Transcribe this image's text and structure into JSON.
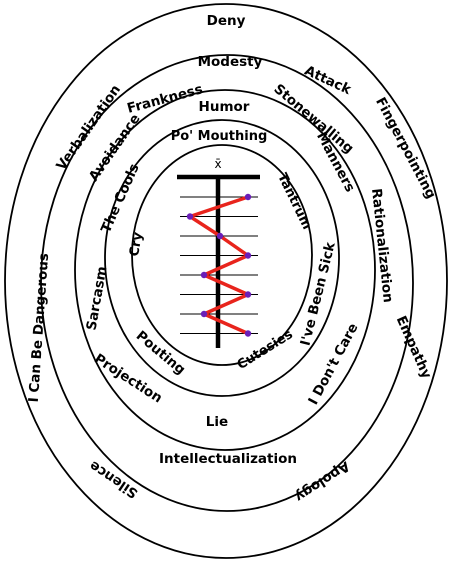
{
  "colors": {
    "ring": "#000000",
    "zigzag_line": "#e8241c",
    "point": "#6a1fb8",
    "background": "#ffffff"
  },
  "rings": [
    {
      "words": {
        "deny": "Deny",
        "verbalization": "Verbalization",
        "fingerpointing": "Fingerpointing",
        "i_can_be_dangerous": "I Can Be Dangerous",
        "empathy": "Empathy",
        "silence": "Silence",
        "apology": "Apology"
      }
    },
    {
      "words": {
        "modesty": "Modesty",
        "attack": "Attack",
        "rationalization": "Rationalization",
        "i_dont_care": "I Don't Care",
        "intellectualization": "Intellectualization",
        "projection": "Projection",
        "avoidance": "Avoidance",
        "frankness": "Frankness",
        "stonewalling": "Stonewalling"
      }
    },
    {
      "words": {
        "humor": "Humor",
        "manners": "Manners",
        "ive_been_sick": "I've Been Sick",
        "lie": "Lie",
        "sarcasm": "Sarcasm",
        "the_cools": "The Cools",
        "pouting": "Pouting"
      }
    },
    {
      "words": {
        "po_mouthing": "Po' Mouthing",
        "tantrum": "Tantrum",
        "cutesies": "Cutesies",
        "cry": "Cry"
      }
    }
  ],
  "control_chart": {
    "mean_symbol": "x̄",
    "levels": 8,
    "points": [
      {
        "side": "right",
        "level": 1
      },
      {
        "side": "left",
        "level": 2
      },
      {
        "side": "right",
        "level": 3
      },
      {
        "side": "right",
        "level": 4
      },
      {
        "side": "left",
        "level": 5
      },
      {
        "side": "right",
        "level": 6
      },
      {
        "side": "left",
        "level": 7
      },
      {
        "side": "right",
        "level": 8
      }
    ]
  }
}
